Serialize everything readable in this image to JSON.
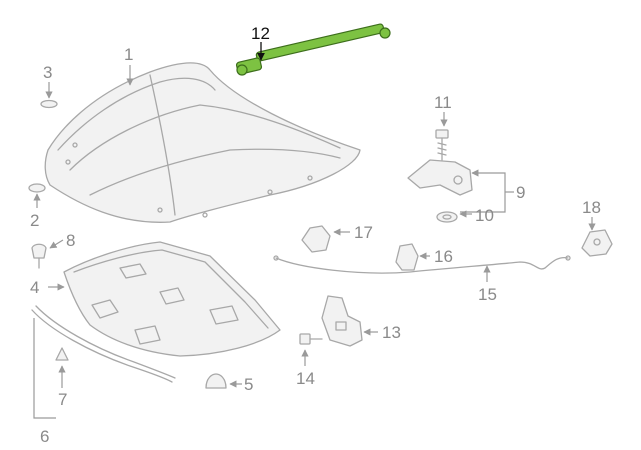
{
  "callouts": {
    "c1": "1",
    "c2": "2",
    "c3": "3",
    "c4": "4",
    "c5": "5",
    "c6": "6",
    "c7": "7",
    "c8": "8",
    "c9": "9",
    "c10": "10",
    "c11": "11",
    "c12": "12",
    "c13": "13",
    "c14": "14",
    "c15": "15",
    "c16": "16",
    "c17": "17",
    "c18": "18"
  },
  "colors": {
    "highlight_part": "#7dc242",
    "line_art": "#a8a8a8",
    "label": "#8a8a8a",
    "highlight_label": "#111111"
  }
}
